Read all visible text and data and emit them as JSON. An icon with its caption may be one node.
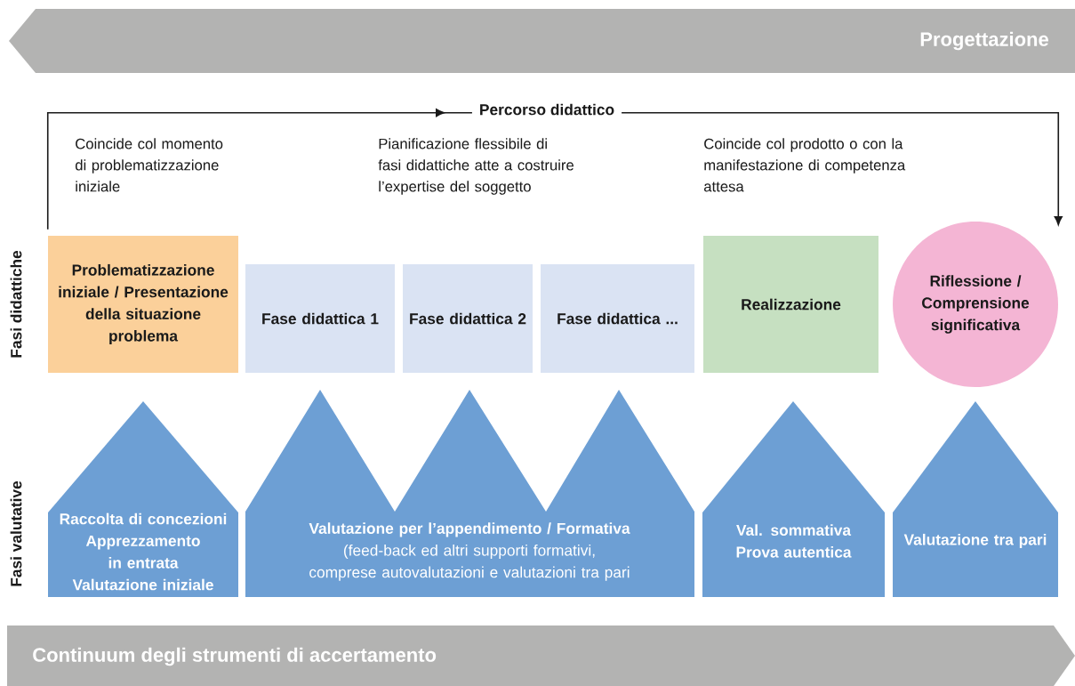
{
  "diagram": {
    "nodes": [
      {
        "text": [
          "Progettazione"
        ]
      },
      {
        "text": [
          "Problematizzazione iniziale / Presentazione della situazione problema"
        ],
        "beside": [
          "Coincide col momento di problematizzazione iniziale"
        ]
      },
      {
        "text": [
          "Fase didattica 1"
        ]
      },
      {
        "text": [
          "Fase didattica 2"
        ]
      },
      {
        "text": [
          "Fase didattica ..."
        ]
      },
      {
        "text": [
          "Realizzazione"
        ],
        "beside": [
          "Coincide col prodotto o con la manifestazione di competenza attesa"
        ]
      },
      {
        "text": [
          "Riflessione / Comprensione significativa"
        ]
      },
      {
        "text": [
          "Raccolta di concezioni",
          "Apprezzamento in entrata",
          "Valutazione iniziale"
        ]
      },
      {
        "text": [
          "Valutazione per l’appendimento / Formativa",
          "(feed-back ed altri supporti formativi, comprese autovalutazioni e valutazioni tra pari"
        ]
      },
      {
        "text": [
          "Val. sommativa",
          "Prova autentica"
        ]
      },
      {
        "text": [
          "Valutazione tra pari"
        ]
      },
      {
        "text": [
          "Continuum degli strumenti di accertamento"
        ]
      }
    ],
    "edges": [
      {
        "from": 1,
        "to": 6,
        "arrow": "to",
        "label": "Percorso didattico"
      }
    ],
    "labels": [
      "Fasi didattiche",
      "Fasi valutative",
      "Pianificazione flessibile di fasi didattiche atte a costruire l’expertise del soggetto"
    ]
  }
}
